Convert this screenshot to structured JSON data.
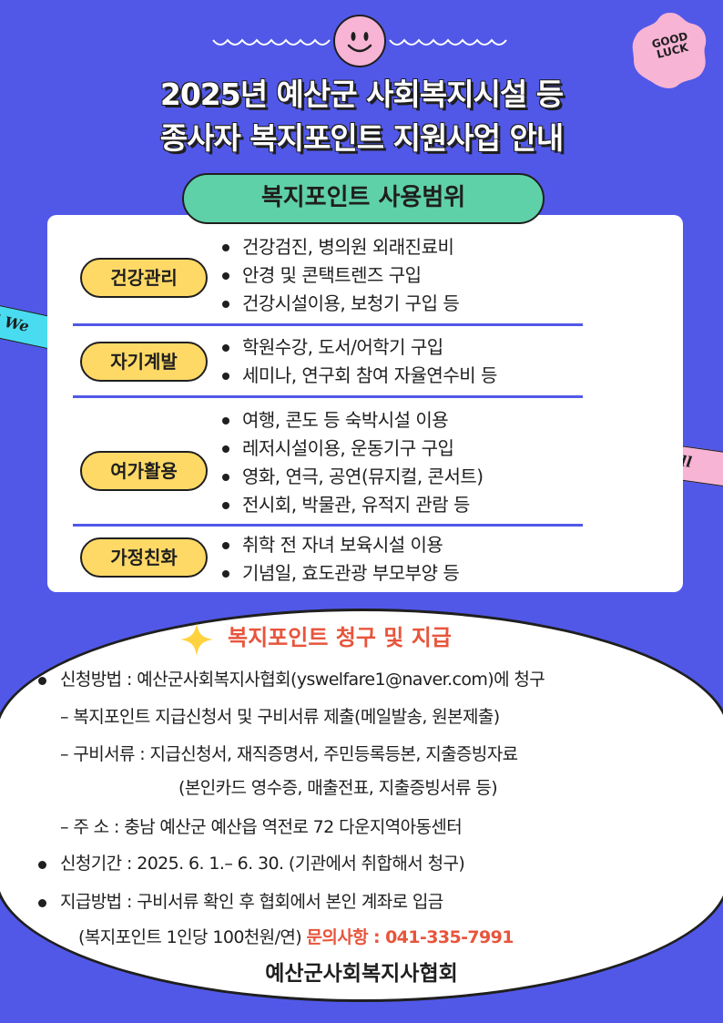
{
  "badge": {
    "good": "GOOD",
    "luck": "LUCK"
  },
  "title": {
    "line1": "2025년 예산군 사회복지시설 등",
    "line2": "종사자 복지포인트 지원사업 안내"
  },
  "ribbons": {
    "left": "l  We",
    "right": "ll"
  },
  "usage": {
    "heading": "복지포인트 사용범위",
    "categories": [
      {
        "label": "건강관리",
        "items": [
          "건강검진, 병의원 외래진료비",
          "안경 및 콘택트렌즈 구입",
          "건강시설이용,  보청기 구입 등"
        ]
      },
      {
        "label": "자기계발",
        "items": [
          "학원수강, 도서/어학기 구입",
          "세미나, 연구회 참여 자율연수비 등"
        ]
      },
      {
        "label": "여가활용",
        "items": [
          "여행, 콘도 등 숙박시설 이용",
          "레저시설이용, 운동기구 구입",
          "영화, 연극, 공연(뮤지컬, 콘서트)",
          "전시회, 박물관, 유적지 관람 등"
        ]
      },
      {
        "label": "가정친화",
        "items": [
          "취학 전 자녀 보육시설 이용",
          "기념일, 효도관광  부모부양 등"
        ]
      }
    ]
  },
  "claim": {
    "heading": "복지포인트 청구 및 지급",
    "method": "신청방법 : 예산군사회복지사협회(yswelfare1@naver.com)에 청구",
    "sub1": "– 복지포인트 지급신청서 및 구비서류 제출(메일발송, 원본제출)",
    "sub2": "– 구비서류 : 지급신청서, 재직증명서, 주민등록등본, 지출증빙자료",
    "sub2b": "(본인카드 영수증, 매출전표, 지출증빙서류 등)",
    "sub3": "– 주 소 : 충남 예산군 예산읍 역전로 72 다운지역아동센터",
    "period": "신청기간 :  2025. 6. 1.– 6. 30. (기관에서 취합해서 청구)",
    "payment": "지급방법 : 구비서류 확인 후 협회에서 본인 계좌로 입금",
    "amount": "(복지포인트 1인당 100천원/연)",
    "contact": "문의사항 : 041-335-7991",
    "organization": "예산군사회복지사협회"
  },
  "colors": {
    "background": "#5158e8",
    "heading_accent": "#e8553c",
    "category_badge": "#ffd966",
    "section_pill": "#5fd1a8",
    "smiley": "#f7b4d4",
    "sparkle": "#ffd23f"
  },
  "icons": [
    "smiley-icon",
    "sparkle-icon",
    "good-luck-sticker"
  ]
}
